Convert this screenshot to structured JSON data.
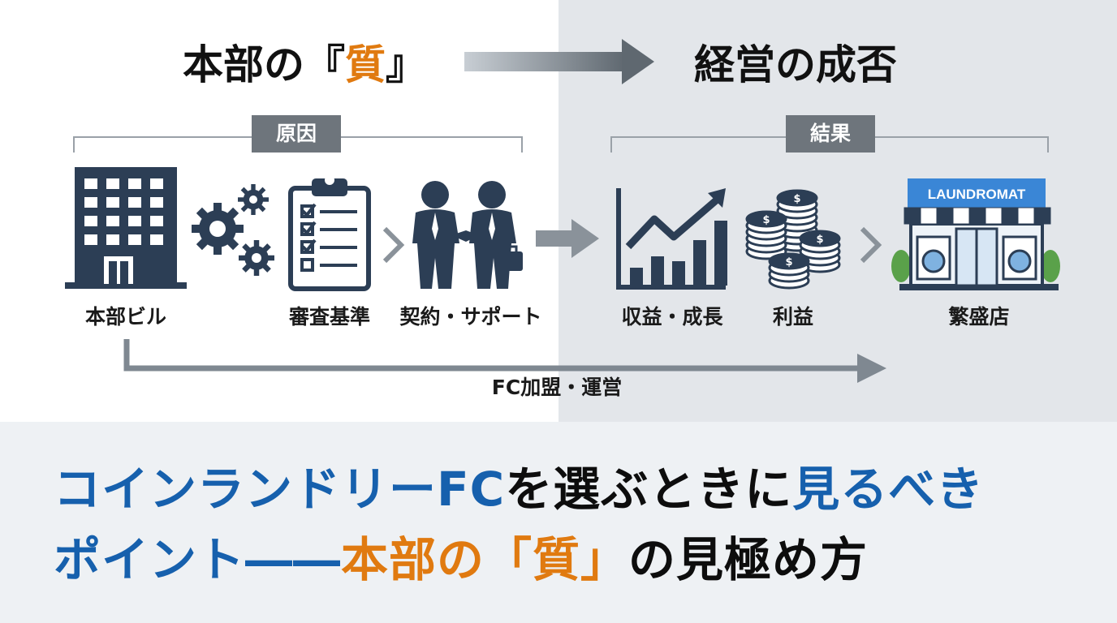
{
  "headings": {
    "left_prefix": "本部の『",
    "left_accent": "質",
    "left_suffix": "』",
    "right": "経営の成否"
  },
  "tags": {
    "cause": "原因",
    "result": "結果"
  },
  "labels": {
    "hq_building": "本部ビル",
    "screening": "審査基準",
    "contract_support": "契約・サポート",
    "revenue_growth": "収益・成長",
    "profit": "利益",
    "thriving_store": "繁盛店"
  },
  "store_sign": "LAUNDROMAT",
  "flow_label": "FC加盟・運営",
  "title": {
    "line1_part1": "コインランドリーFC",
    "line1_part2": "を選ぶときに",
    "line1_part3": "見るべき",
    "line2_part1": "ポイント――",
    "line2_part2": "本部の「質」",
    "line2_part3": "の見極め方"
  },
  "colors": {
    "navy": "#2c3e55",
    "accent_orange": "#e07a10",
    "title_blue": "#1660ad",
    "arrow_gray": "#7f8891",
    "tag_gray": "#6e757c",
    "awning_blue": "#3a86d6"
  },
  "icons": [
    "building-icon",
    "gears-icon",
    "clipboard-checklist-icon",
    "chevron-right-icon",
    "handshake-icon",
    "growth-chart-icon",
    "coin-stacks-icon",
    "laundromat-store-icon",
    "arrow-right-icon"
  ]
}
